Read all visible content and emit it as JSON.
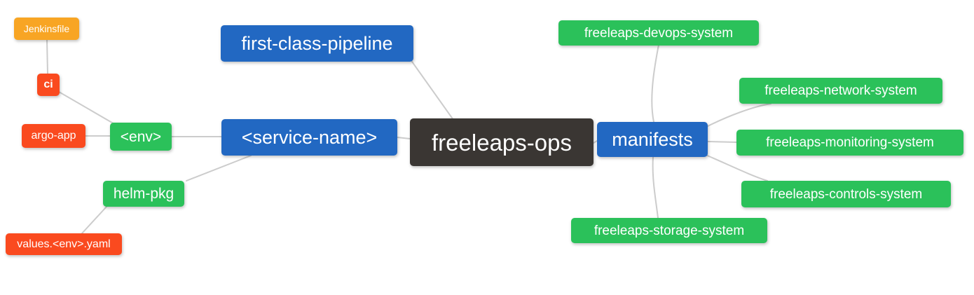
{
  "diagram": {
    "colors": {
      "root": "#3a3633",
      "branch_blue": "#2268c2",
      "leaf_green": "#2bc15a",
      "leaf_orange": "#f8a524",
      "leaf_red": "#fa4a1f",
      "edge": "#cccccc",
      "node_text": "#ffffff",
      "background": "#ffffff"
    },
    "nodes": [
      {
        "id": "freeleaps-ops",
        "label": "freeleaps-ops"
      },
      {
        "id": "first-class-pipeline",
        "label": "first-class-pipeline"
      },
      {
        "id": "service-name",
        "label": "<service-name>"
      },
      {
        "id": "manifests",
        "label": "manifests"
      },
      {
        "id": "env",
        "label": "<env>"
      },
      {
        "id": "helm-pkg",
        "label": "helm-pkg"
      },
      {
        "id": "ci",
        "label": "ci"
      },
      {
        "id": "argo-app",
        "label": "argo-app"
      },
      {
        "id": "jenkinsfile",
        "label": "Jenkinsfile"
      },
      {
        "id": "values-env-yaml",
        "label": "values.<env>.yaml"
      },
      {
        "id": "freeleaps-devops-system",
        "label": "freeleaps-devops-system"
      },
      {
        "id": "freeleaps-network-system",
        "label": "freeleaps-network-system"
      },
      {
        "id": "freeleaps-monitoring-system",
        "label": "freeleaps-monitoring-system"
      },
      {
        "id": "freeleaps-controls-system",
        "label": "freeleaps-controls-system"
      },
      {
        "id": "freeleaps-storage-system",
        "label": "freeleaps-storage-system"
      }
    ],
    "edges": [
      {
        "from": "freeleaps-ops",
        "to": "first-class-pipeline"
      },
      {
        "from": "freeleaps-ops",
        "to": "<service-name>"
      },
      {
        "from": "freeleaps-ops",
        "to": "manifests"
      },
      {
        "from": "<service-name>",
        "to": "<env>"
      },
      {
        "from": "<service-name>",
        "to": "helm-pkg"
      },
      {
        "from": "<env>",
        "to": "ci"
      },
      {
        "from": "<env>",
        "to": "argo-app"
      },
      {
        "from": "ci",
        "to": "Jenkinsfile"
      },
      {
        "from": "helm-pkg",
        "to": "values.<env>.yaml"
      },
      {
        "from": "manifests",
        "to": "freeleaps-devops-system"
      },
      {
        "from": "manifests",
        "to": "freeleaps-network-system"
      },
      {
        "from": "manifests",
        "to": "freeleaps-monitoring-system"
      },
      {
        "from": "manifests",
        "to": "freeleaps-controls-system"
      },
      {
        "from": "manifests",
        "to": "freeleaps-storage-system"
      }
    ]
  }
}
